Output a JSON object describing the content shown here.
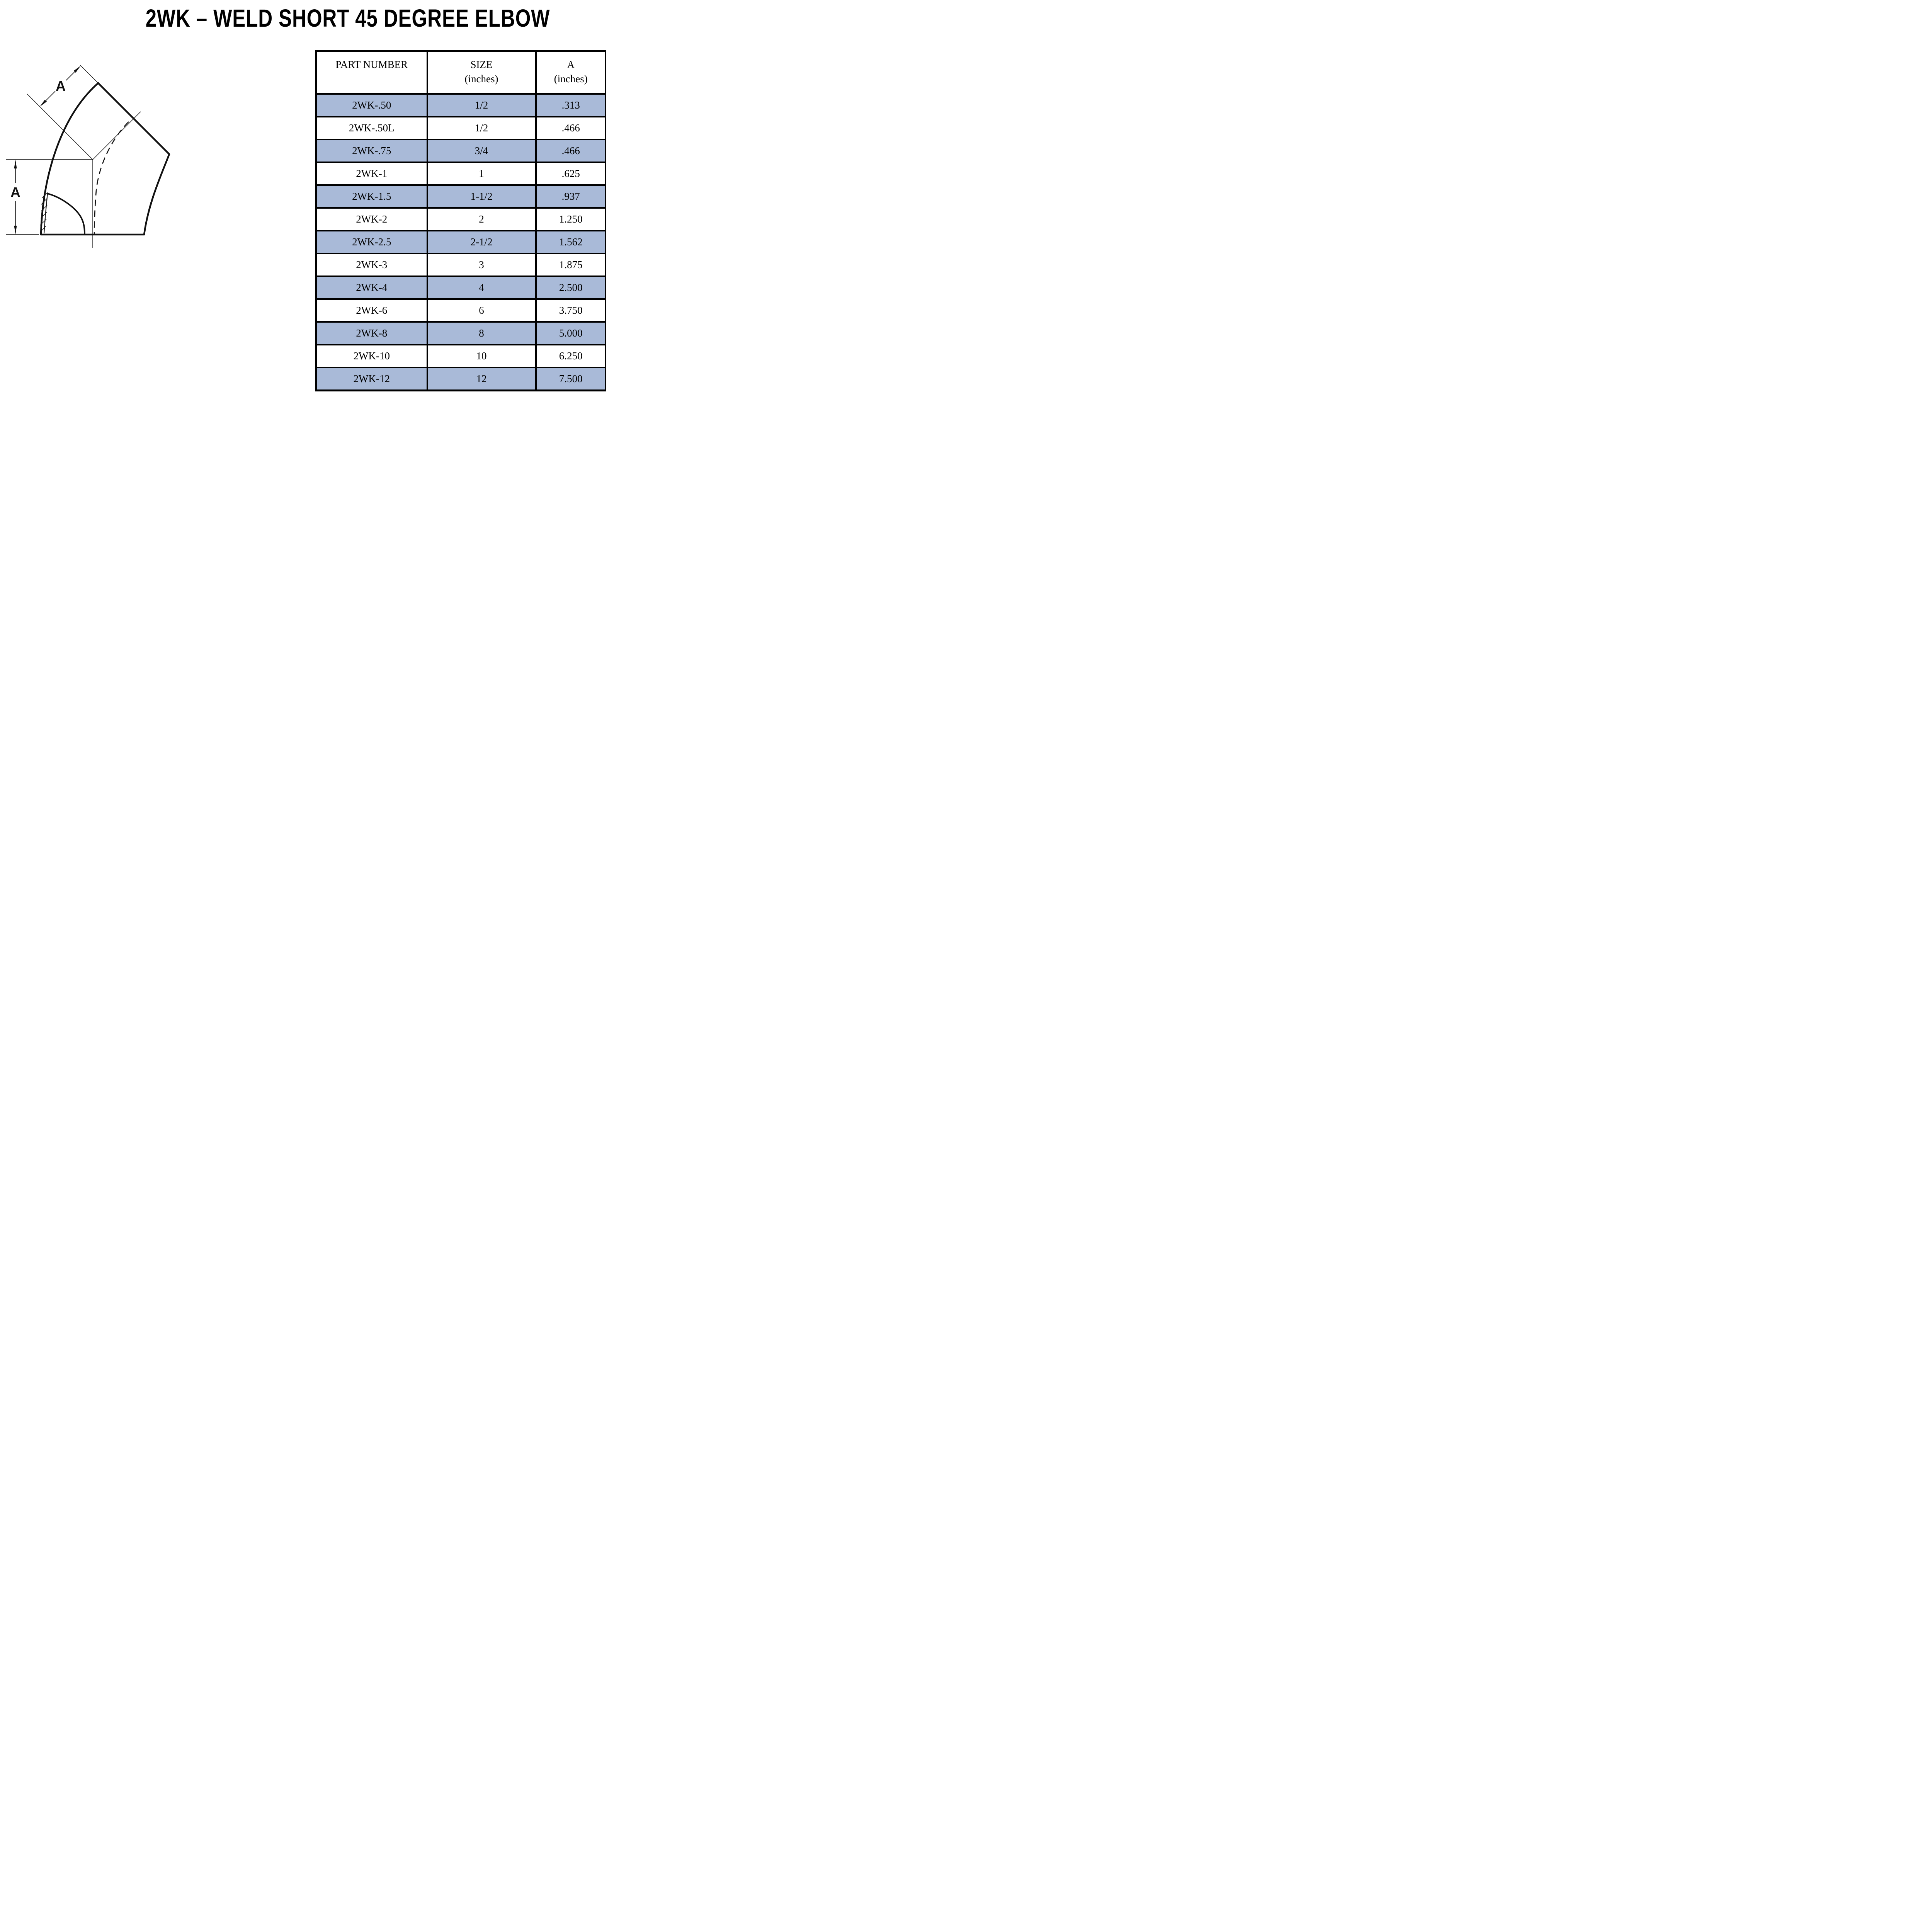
{
  "title": "2WK – WELD SHORT 45 DEGREE ELBOW",
  "drawing": {
    "description": "cross-section of weld short 45 degree elbow with dimension A marked on face and on vertical leg",
    "dim_label_face": "A",
    "dim_label_left": "A"
  },
  "table": {
    "columns": [
      {
        "label": "PART NUMBER",
        "sublabel": ""
      },
      {
        "label": "SIZE",
        "sublabel": "(inches)"
      },
      {
        "label": "A",
        "sublabel": "(inches)"
      }
    ],
    "rows": [
      {
        "part": "2WK-.50",
        "size": "1/2",
        "a": ".313",
        "shaded": true
      },
      {
        "part": "2WK-.50L",
        "size": "1/2",
        "a": ".466",
        "shaded": false
      },
      {
        "part": "2WK-.75",
        "size": "3/4",
        "a": ".466",
        "shaded": true
      },
      {
        "part": "2WK-1",
        "size": "1",
        "a": ".625",
        "shaded": false
      },
      {
        "part": "2WK-1.5",
        "size": "1-1/2",
        "a": ".937",
        "shaded": true
      },
      {
        "part": "2WK-2",
        "size": "2",
        "a": "1.250",
        "shaded": false
      },
      {
        "part": "2WK-2.5",
        "size": "2-1/2",
        "a": "1.562",
        "shaded": true
      },
      {
        "part": "2WK-3",
        "size": "3",
        "a": "1.875",
        "shaded": false
      },
      {
        "part": "2WK-4",
        "size": "4",
        "a": "2.500",
        "shaded": true
      },
      {
        "part": "2WK-6",
        "size": "6",
        "a": "3.750",
        "shaded": false
      },
      {
        "part": "2WK-8",
        "size": "8",
        "a": "5.000",
        "shaded": true
      },
      {
        "part": "2WK-10",
        "size": "10",
        "a": "6.250",
        "shaded": false
      },
      {
        "part": "2WK-12",
        "size": "12",
        "a": "7.500",
        "shaded": true
      }
    ],
    "colors": {
      "shaded_row": "#a9bad8",
      "border": "#000000",
      "text": "#000000"
    }
  }
}
